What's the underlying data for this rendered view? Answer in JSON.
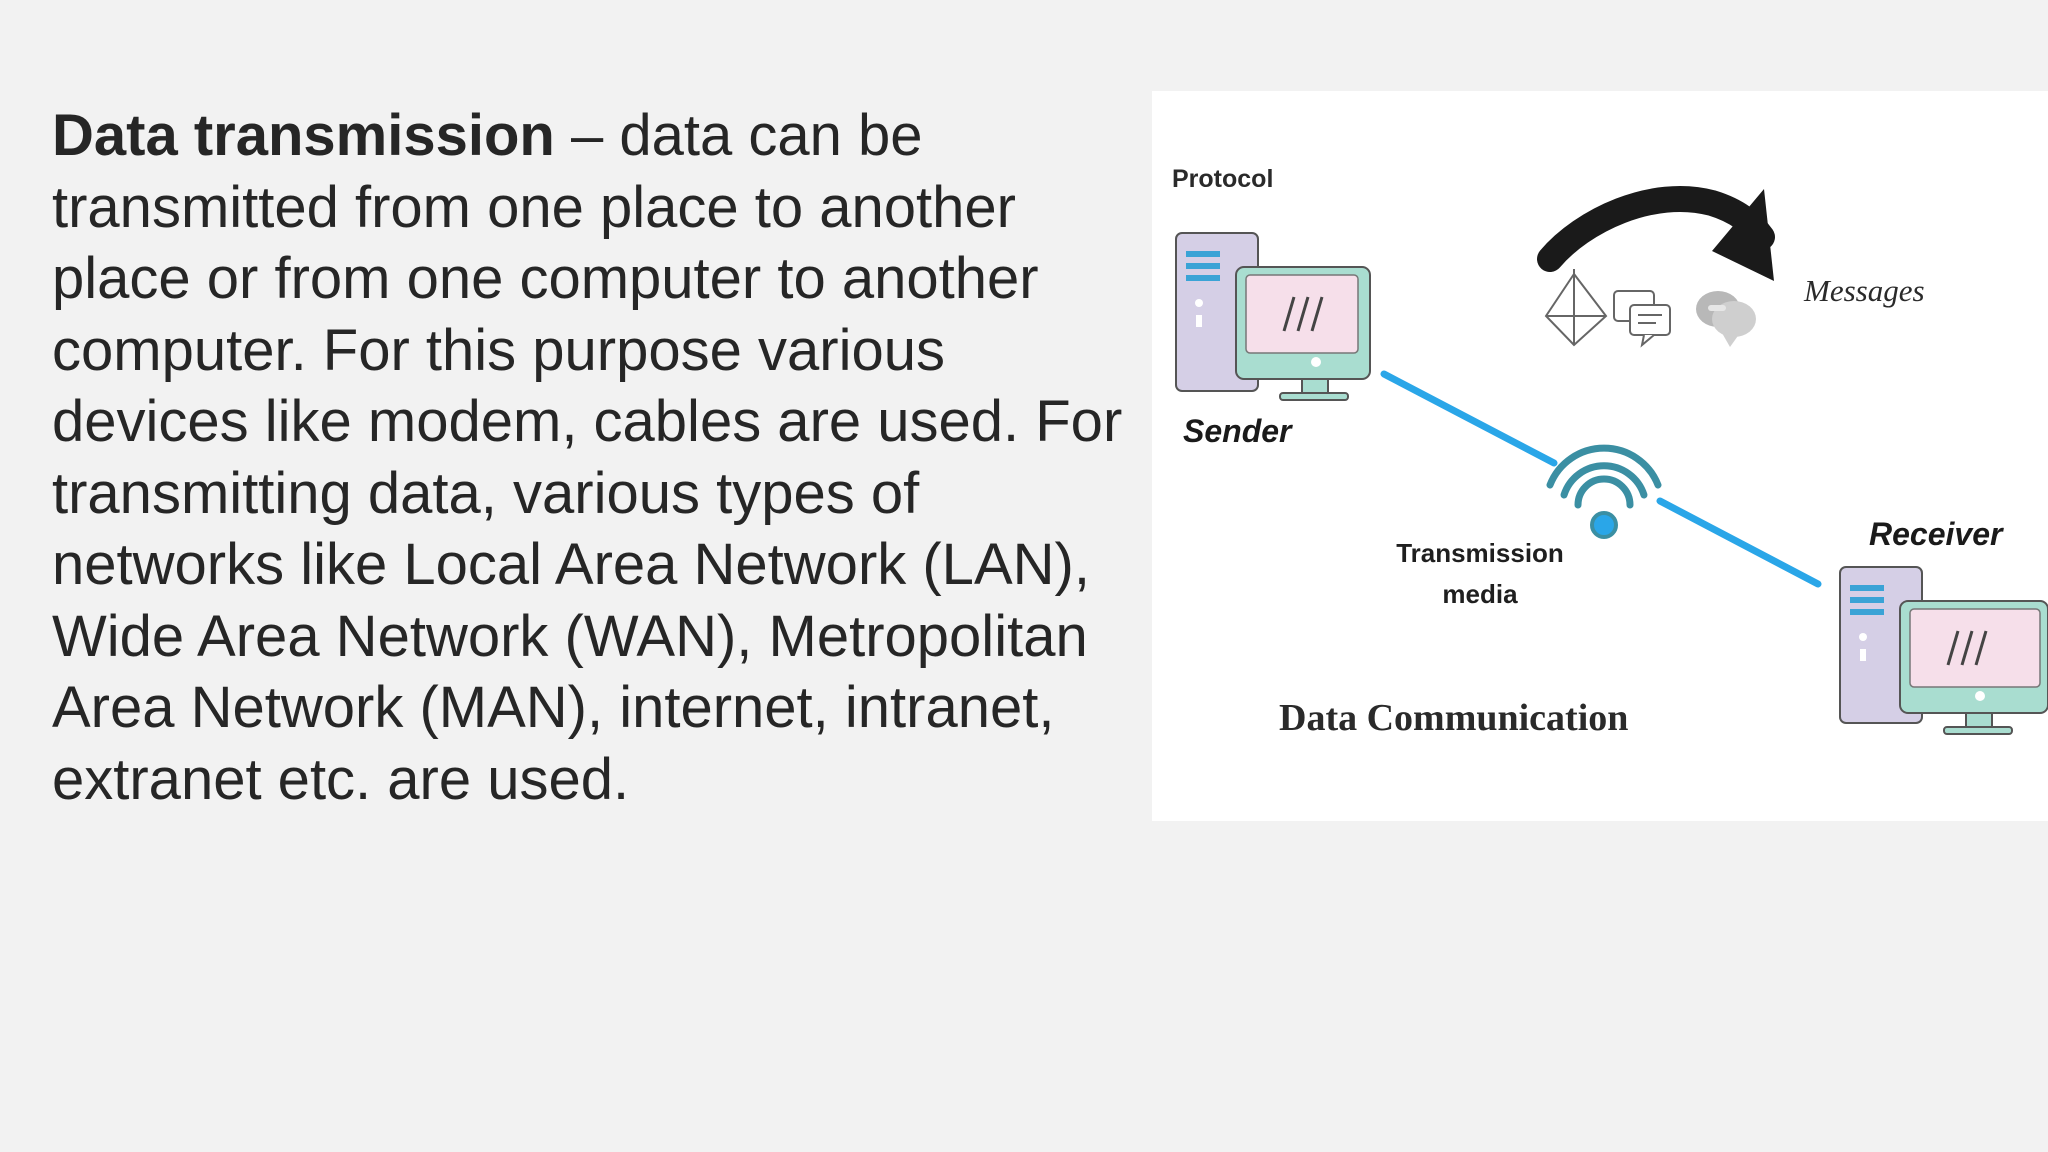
{
  "slide": {
    "term": "Data transmission",
    "body": " – data can be transmitted from one place to another place or from one computer to another computer. For this purpose various devices like modem, cables are used. For transmitting data, various types of networks like Local Area Network (LAN), Wide Area Network (WAN), Metropolitan Area Network (MAN), internet, intranet, extranet etc. are used."
  },
  "diagram": {
    "protocol_label": "Protocol",
    "sender_label": "Sender",
    "receiver_label": "Receiver",
    "messages_label": "Messages",
    "media_label": "Transmission media",
    "caption": "Data Communication",
    "colors": {
      "link_line": "#2aa6e8",
      "wifi": "#3b8fa3",
      "monitor_screen": "#f6dfea",
      "monitor_body": "#a9ddd0",
      "tower": "#d5cfe6",
      "tower_accent": "#3aa3d6",
      "arrow": "#1a1a1a"
    },
    "icons": [
      "computer-icon",
      "wifi-icon",
      "arrow-icon",
      "network-icon",
      "chat-icon",
      "speech-bubble-icon"
    ]
  }
}
